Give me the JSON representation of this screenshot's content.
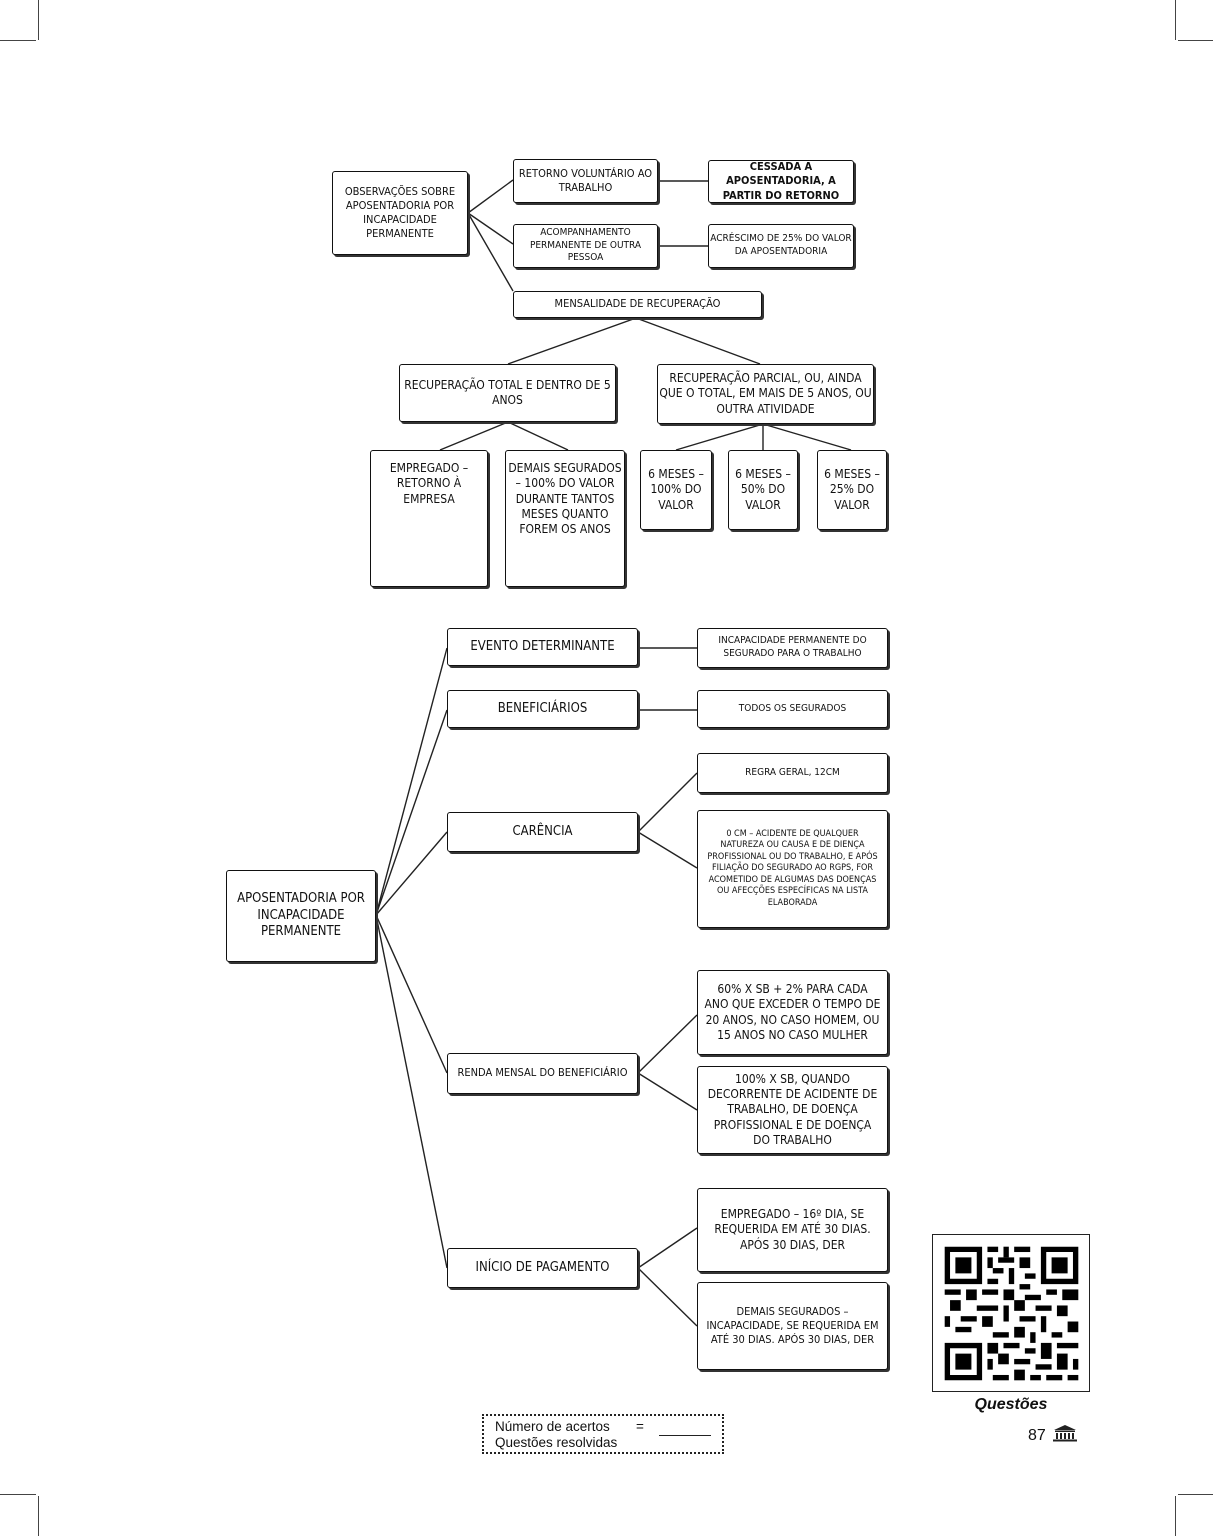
{
  "top_map": {
    "root": "Observações sobre aposentadoria por incapacidade permanente",
    "retorno": "Retorno voluntário ao trabalho",
    "retorno_result": "Cessada a aposentadoria, a partir do retorno",
    "acompanhamento": "Acompanhamento permanente de outra pessoa",
    "acompanhamento_result": "Acréscimo de 25% do valor da aposentadoria",
    "mensalidade": "Mensalidade de recuperação",
    "total": "Recuperação total e dentro de 5 anos",
    "parcial": "Recuperação parcial, ou, ainda que o total, em mais de 5 anos, ou outra atividade",
    "empregado": "Empregado – retorno à empresa",
    "demais": "Demais segurados – 100% do valor durante tantos meses quanto forem os anos",
    "meses_100": "6 meses – 100% do valor",
    "meses_50": "6 meses – 50% do valor",
    "meses_25": "6 meses – 25% do valor"
  },
  "bottom_map": {
    "root": "Aposentadoria por incapacidade permanente",
    "evento": "Evento determinante",
    "evento_desc": "Incapacidade permanente do segurado para o trabalho",
    "beneficiarios": "Beneficiários",
    "beneficiarios_desc": "Todos os segurados",
    "carencia": "Carência",
    "carencia_regra": "Regra geral, 12cm",
    "carencia_excecao": "0 cm – acidente de qualquer natureza ou causa e de diença profissional ou do trabalho, e após filiação do segurado ao RGPS, for acometido de algumas das doenças ou afecções específicas na lista elaborada",
    "renda": "Renda mensal do beneficiário",
    "renda_1": "60% x SB + 2% para cada ano que exceder o tempo de 20 anos, no caso homem, ou 15 anos no caso mulher",
    "renda_2": "100% x SB, quando decorrente de acidente de trabalho, de doença profissional e de doença do trabalho",
    "inicio": "Início de pagamento",
    "inicio_1": "Empregado – 16º dia, se requerida em até 30 dias. Após 30 dias, DER",
    "inicio_2": "Demais segurados – incapacidade, se requerida em até 30 dias. Após 30 dias, DER"
  },
  "qr_caption": "Questões",
  "page_number": "87",
  "score": {
    "line1": "Número de acertos",
    "line2": "Questões resolvidas",
    "equals": "="
  }
}
